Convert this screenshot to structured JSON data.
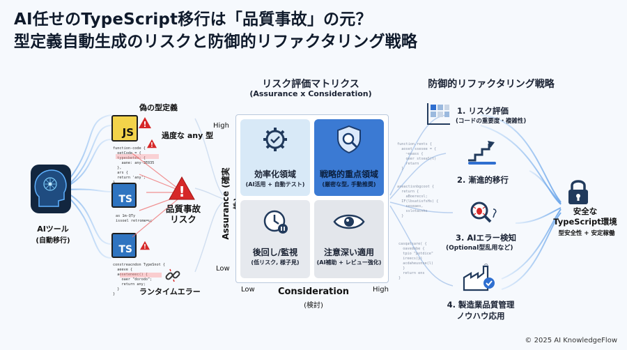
{
  "header": {
    "title_line1": "AI任せのTypeScript移行は「品質事故」の元？",
    "title_line2": "型定義自動生成のリスクと防御的リファクタリング戦略"
  },
  "left": {
    "ai_label_line1": "AIツール",
    "ai_label_line2": "(自動移行)",
    "js_badge": "JS",
    "ts_badge_1": "TS",
    "ts_badge_2": "TS",
    "fake_type_label": "偽の型定義",
    "excess_any_label": "過度な any 型",
    "risk_line1": "品質事故",
    "risk_line2": "リスク",
    "runtime_error_label": "ランタイムエラー",
    "code1": "function-code {\n  oetCode = {\n  typesbetes: {\n    aane: any-3E035\n  },\n  ars {\n  return 'any';\n}",
    "code1_highlight": "aane: any-3E035",
    "code2": "as 1m-QTy\nissoel retrome=u;",
    "code3": "constreacndon TypeSnot {\n  aeeve {\n  aoseteneec() {\n    oaer \"dorodo\";\n    return any;\n  }\n}",
    "code3_highlight": "oaer \"dorodo\";"
  },
  "matrix": {
    "title": "リスク評価マトリクス",
    "subtitle": "(Assurance x Consideration)",
    "y_axis_label": "Assurance (確実性)",
    "x_axis_label": "Consideration",
    "x_axis_sub": "(検討)",
    "y_high": "High",
    "y_low": "Low",
    "x_low": "Low",
    "x_high": "High",
    "q_top_left_title": "効率化領域",
    "q_top_left_sub": "(AI活用 + 自動テスト)",
    "q_top_right_title": "戦略的重点領域",
    "q_top_right_sub": "(厳密な型, 手動推奨)",
    "q_bottom_left_title": "後回し/監視",
    "q_bottom_left_sub": "(低リスク, 様子見)",
    "q_bottom_right_title": "注意深い適用",
    "q_bottom_right_sub": "(AI補助 + レビュー強化)"
  },
  "strategy": {
    "title": "防御的リファクタリング戦略",
    "step1_title": "1. リスク評価",
    "step1_sub": "(コードの重要度・複雑性)",
    "step2_title": "2. 漸進的移行",
    "step3_title": "3. AIエラー検知",
    "step3_sub": "(Optional型乱用など)",
    "step4_title_line1": "4. 製造業品質管理",
    "step4_title_line2": "ノウハウ応用",
    "goal_line1": "安全な",
    "goal_line2": "TypeScript環境",
    "goal_sub": "型安全性 + 安定稼働",
    "code_right1": "function.rents {\n  aoset ssesee = {\n    ~eeass {\n    oeer stseaS(t)\n    retarn\n  }",
    "code_right2": "aseactisnbgcoot {\n  return {\n    aBoerecsl;\n  IF(lbsatisfsHs) {\n    seseaes,\n    sslotacnhs\n  }",
    "code_right3": "casqatsare( {\n  oavedobe {\n  tpio \"potdice\"\n  ireecs(y)\n  acdaheusnse(l)\n  }\n  return ens\n}"
  },
  "footer": {
    "copyright": "© 2025 AI KnowledgeFlow"
  },
  "colors": {
    "accent_blue": "#2f6fd0",
    "risk_red": "#d62828",
    "js_yellow": "#f3d34a",
    "ts_blue": "#2f74c0",
    "tile_light": "#dcebf8",
    "tile_strong": "#3b7ad3",
    "tile_gray": "#e6e9ee"
  }
}
